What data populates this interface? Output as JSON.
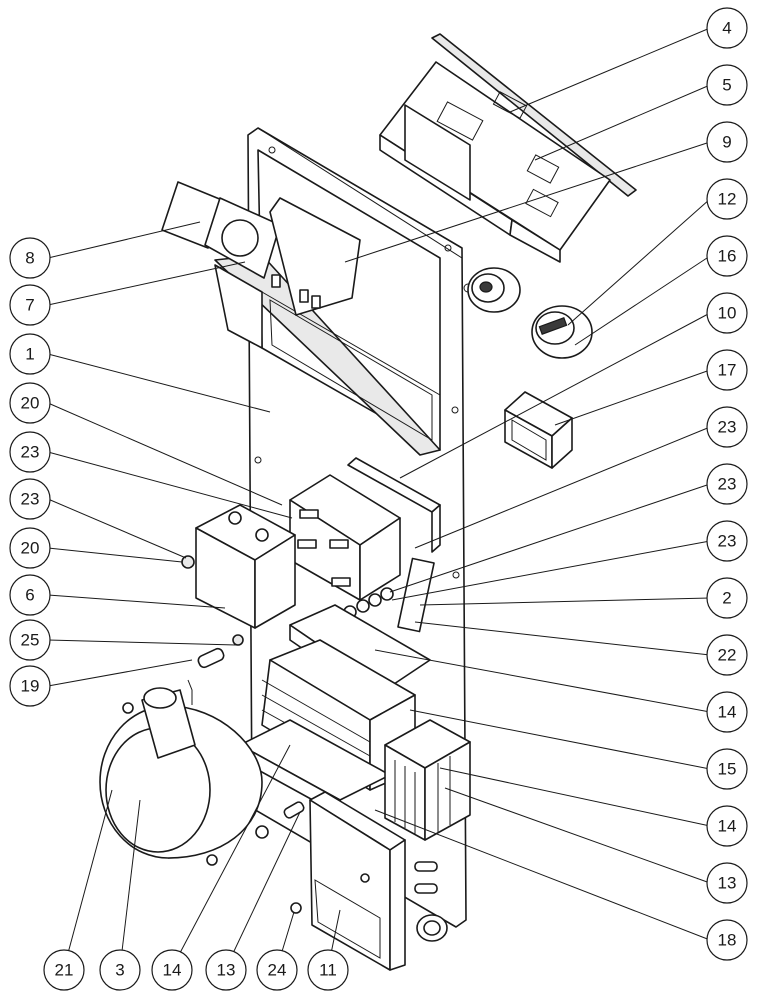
{
  "diagram": {
    "callouts": [
      {
        "label": "4"
      },
      {
        "label": "5"
      },
      {
        "label": "9"
      },
      {
        "label": "12"
      },
      {
        "label": "16"
      },
      {
        "label": "10"
      },
      {
        "label": "17"
      },
      {
        "label": "23"
      },
      {
        "label": "23"
      },
      {
        "label": "23"
      },
      {
        "label": "2"
      },
      {
        "label": "22"
      },
      {
        "label": "14"
      },
      {
        "label": "15"
      },
      {
        "label": "14"
      },
      {
        "label": "13"
      },
      {
        "label": "18"
      },
      {
        "label": "8"
      },
      {
        "label": "7"
      },
      {
        "label": "1"
      },
      {
        "label": "20"
      },
      {
        "label": "23"
      },
      {
        "label": "23"
      },
      {
        "label": "20"
      },
      {
        "label": "6"
      },
      {
        "label": "25"
      },
      {
        "label": "19"
      },
      {
        "label": "21"
      },
      {
        "label": "3"
      },
      {
        "label": "14"
      },
      {
        "label": "13"
      },
      {
        "label": "24"
      },
      {
        "label": "11"
      }
    ]
  }
}
